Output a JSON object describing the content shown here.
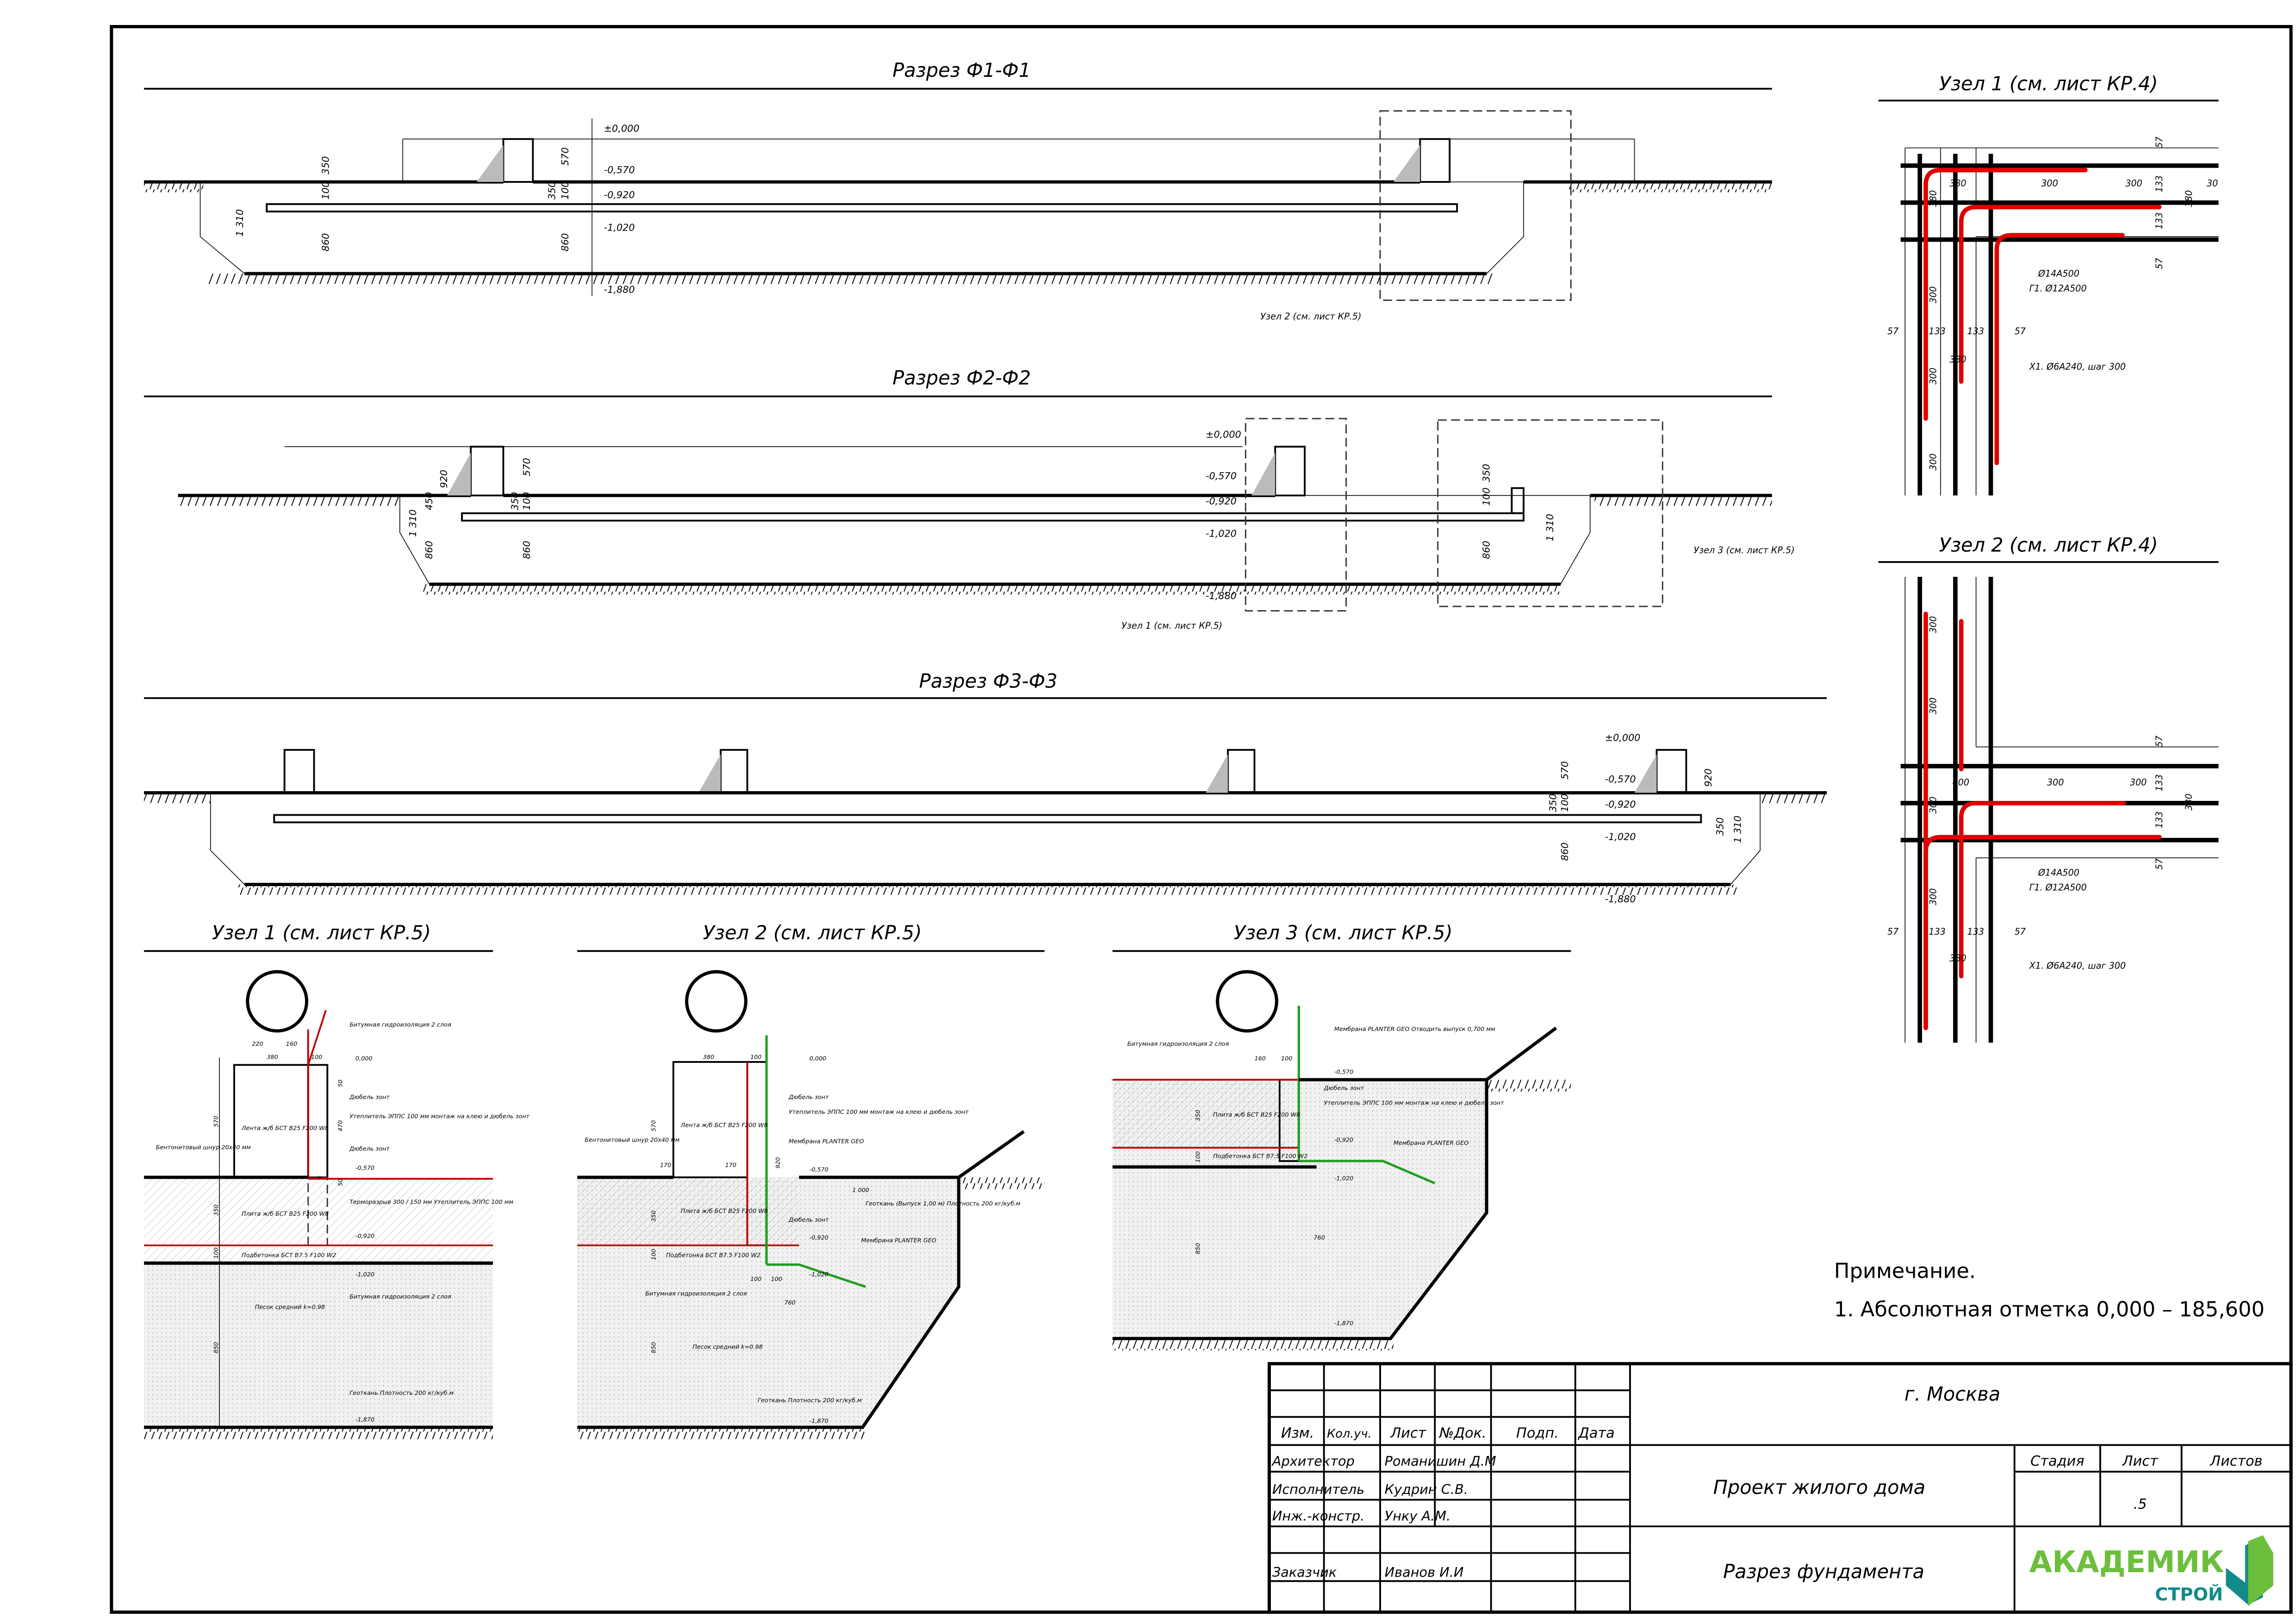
{
  "sections": {
    "f1": {
      "title": "Разрез Ф1-Ф1",
      "elevations": [
        "±0,000",
        "-0,570",
        "-0,920",
        "-1,020",
        "-1,880"
      ],
      "dims": [
        "350",
        "100",
        "1 310",
        "860",
        "570",
        "350",
        "100",
        "860"
      ],
      "callout": "Узел 2 (см. лист КР.5)"
    },
    "f2": {
      "title": "Разрез Ф2-Ф2",
      "elevations": [
        "±0,000",
        "-0,570",
        "-0,920",
        "-1,020",
        "-1,880"
      ],
      "dims": [
        "920",
        "450",
        "1 310",
        "860",
        "570",
        "350",
        "100",
        "860",
        "350",
        "100",
        "860",
        "1 310"
      ],
      "callout_left": "Узел 1 (см. лист КР.5)",
      "callout_right": "Узел 3 (см. лист КР.5)"
    },
    "f3": {
      "title": "Разрез Ф3-Ф3",
      "elevations": [
        "±0,000",
        "-0,570",
        "-0,920",
        "-1,020",
        "-1,880"
      ],
      "dims": [
        "570",
        "350",
        "100",
        "860",
        "920",
        "350",
        "1 310"
      ]
    }
  },
  "nodes": {
    "n1": {
      "title": "Узел 1 (см. лист КР.5)",
      "elevations": [
        "0,000",
        "-0,570",
        "-0,920",
        "-1,020",
        "-1,870"
      ],
      "dims": [
        "220",
        "160",
        "380",
        "100",
        "570",
        "50",
        "470",
        "50",
        "350",
        "100",
        "850"
      ],
      "labels": [
        "Битумная гидроизоляция 2 слоя",
        "Дюбель зонт",
        "Утеплитель ЭППС 100 мм монтаж на клею и дюбель зонт",
        "Дюбель зонт",
        "Бентонитовый шнур 20x40 мм",
        "Лента ж/б БСТ B25 F200 W8",
        "Плита ж/б БСТ B25 F200 W8",
        "Терморазрыв 300 / 150 мм Утеплитель ЭППС 100 мм",
        "Подбетонка БСТ B7.5 F100 W2",
        "Битумная гидроизоляция 2 слоя",
        "Песок средний k=0.98",
        "Геоткань Плотность 200 кг/куб.м"
      ]
    },
    "n2": {
      "title": "Узел 2 (см. лист КР.5)",
      "elevations": [
        "0,000",
        "-0,570",
        "-0,920",
        "-1,020",
        "-1,870"
      ],
      "dims": [
        "380",
        "100",
        "570",
        "920",
        "170",
        "170",
        "350",
        "100",
        "850",
        "1 000",
        "100",
        "100",
        "760"
      ],
      "labels": [
        "Дюбель зонт",
        "Утеплитель ЭППС 100 мм монтаж на клею и дюбель зонт",
        "Мембрана PLANTER GEO",
        "Бентонитовый шнур 20x40 мм",
        "Лента ж/б БСТ B25 F200 W8",
        "Плита ж/б БСТ B25 F200 W8",
        "Дюбель зонт",
        "Геоткань (Выпуск 1,00 м) Плотность 200 кг/куб.м",
        "Мембрана PLANTER GEO",
        "Подбетонка БСТ B7.5 F100 W2",
        "Битумная гидроизоляция 2 слоя",
        "Песок средний k=0.98",
        "Геоткань Плотность 200 кг/куб.м"
      ]
    },
    "n3": {
      "title": "Узел 3 (см. лист КР.5)",
      "elevations": [
        "-0,570",
        "-0,920",
        "-1,020",
        "-1,870"
      ],
      "dims": [
        "160",
        "100",
        "350",
        "100",
        "850",
        "760"
      ],
      "labels": [
        "Мембрана PLANTER GEO Отводить выпуск 0,700 мм",
        "Битумная гидроизоляция 2 слоя",
        "Утеплитель ЭППС 100 мм монтаж на клею и дюбель зонт",
        "Дюбель зонт",
        "Плита ж/б БСТ B25 F200 W8",
        "Подбетонка БСТ B7.5 F100 W2",
        "Мембрана PLANTER GEO"
      ]
    },
    "r1": {
      "title": "Узел 1 (см. лист КР.4)",
      "dims": [
        "380",
        "300",
        "300",
        "30",
        "57",
        "133",
        "133",
        "57",
        "380",
        "380",
        "300",
        "300",
        "300",
        "57",
        "133",
        "133",
        "57",
        "380"
      ],
      "labels": [
        "Ø14A500",
        "Г1. Ø12A500",
        "X1. Ø6A240, шаг 300"
      ]
    },
    "r2": {
      "title": "Узел 2 (см. лист КР.4)",
      "dims": [
        "300",
        "300",
        "400",
        "300",
        "300",
        "57",
        "133",
        "133",
        "57",
        "380",
        "300",
        "300",
        "57",
        "133",
        "133",
        "57",
        "380"
      ],
      "labels": [
        "Ø14A500",
        "Г1. Ø12A500",
        "X1. Ø6A240, шаг 300"
      ]
    }
  },
  "note": {
    "heading": "Примечание.",
    "line1": "1. Абсолютная отметка 0,000 – 185,600"
  },
  "title_block": {
    "headers": [
      "Изм.",
      "Кол.уч.",
      "Лист",
      "№Док.",
      "Подп.",
      "Дата"
    ],
    "roles": [
      {
        "role": "Архитектор",
        "name": "Романишин Д.М"
      },
      {
        "role": "Исполнитель",
        "name": "Кудрин С.В."
      },
      {
        "role": "Инж.-констр.",
        "name": "Унку А.М."
      },
      {
        "role": "Заказчик",
        "name": "Иванов И.И"
      }
    ],
    "city": "г. Москва",
    "project": "Проект жилого дома",
    "sheet_title": "Разрез фундамента",
    "stage_label": "Стадия",
    "sheet_label": "Лист",
    "sheets_label": "Листов",
    "sheet_value": ".5",
    "logo": {
      "line1": "АКАДЕМИК",
      "line2": "СТРОЙ",
      "color_green": "#6cbf3c",
      "color_teal": "#138a8a"
    }
  },
  "colors": {
    "waterproofing": "#e00000",
    "membrane": "#1f9e1f",
    "rebar": "#000000"
  }
}
